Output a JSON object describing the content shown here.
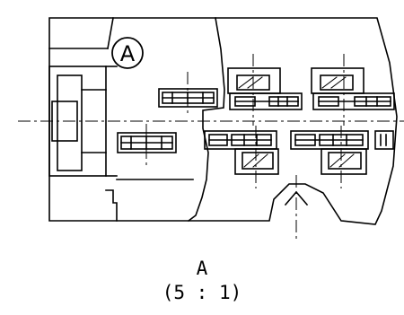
{
  "drawing": {
    "callout_letter": "A",
    "view_label": "A",
    "scale_label": "(5 : 1)"
  },
  "colors": {
    "line": "#000000",
    "background": "#ffffff"
  }
}
